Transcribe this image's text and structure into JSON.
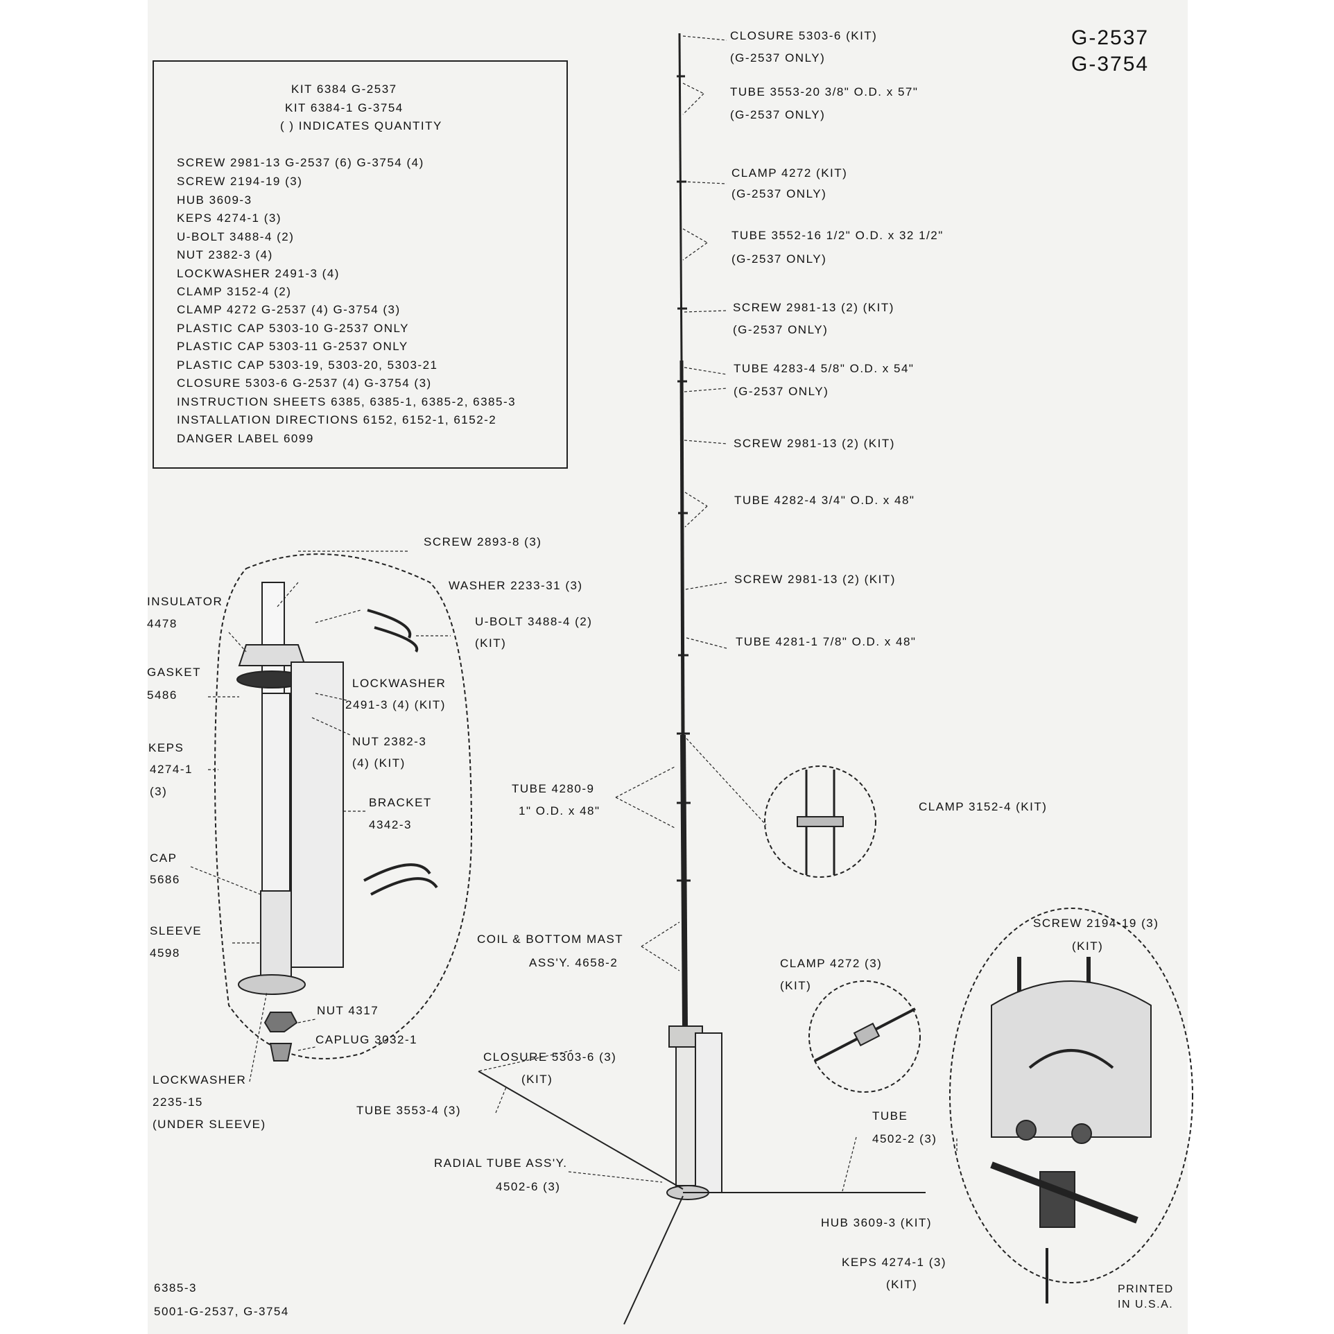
{
  "model_numbers": [
    "G-2537",
    "G-3754"
  ],
  "parts_box": {
    "kit_lines": [
      "KIT 6384     G-2537",
      "KIT 6384-1     G-3754",
      "( ) INDICATES QUANTITY"
    ],
    "items": [
      "SCREW 2981-13     G-2537 (6)     G-3754 (4)",
      "SCREW 2194-19 (3)",
      "HUB 3609-3",
      "KEPS 4274-1 (3)",
      "U-BOLT 3488-4 (2)",
      "NUT 2382-3 (4)",
      "LOCKWASHER 2491-3 (4)",
      "CLAMP 3152-4 (2)",
      "CLAMP 4272     G-2537 (4)     G-3754 (3)",
      "PLASTIC CAP 5303-10     G-2537 ONLY",
      "PLASTIC CAP 5303-11     G-2537 ONLY",
      "PLASTIC CAP 5303-19, 5303-20, 5303-21",
      "CLOSURE 5303-6     G-2537 (4)     G-3754 (3)",
      "INSTRUCTION SHEETS 6385, 6385-1, 6385-2, 6385-3",
      "INSTALLATION DIRECTIONS 6152, 6152-1, 6152-2",
      "DANGER LABEL 6099"
    ]
  },
  "mast_labels": [
    [
      "CLOSURE 5303-6 (KIT)",
      "(G-2537 ONLY)"
    ],
    [
      "TUBE 3553-20     3/8\" O.D. x 57\"",
      "(G-2537 ONLY)"
    ],
    [
      "CLAMP 4272 (KIT)",
      "(G-2537 ONLY)"
    ],
    [
      "TUBE 3552-16     1/2\" O.D. x 32 1/2\"",
      "(G-2537 ONLY)"
    ],
    [
      "SCREW 2981-13 (2) (KIT)",
      "(G-2537 ONLY)"
    ],
    [
      "TUBE 4283-4     5/8\" O.D. x 54\"",
      "(G-2537 ONLY)"
    ],
    [
      "SCREW 2981-13 (2) (KIT)"
    ],
    [
      "TUBE 4282-4     3/4\" O.D. x 48\""
    ],
    [
      "SCREW 2981-13 (2) (KIT)"
    ],
    [
      "TUBE 4281-1     7/8\" O.D. x 48\""
    ]
  ],
  "base_labels": {
    "screw_2893": "SCREW 2893-8 (3)",
    "washer": "WASHER 2233-31 (3)",
    "ubolt": [
      "U-BOLT 3488-4 (2)",
      "(KIT)"
    ],
    "lockwasher_2491": [
      "LOCKWASHER",
      "2491-3 (4) (KIT)"
    ],
    "nut_2382": [
      "NUT 2382-3",
      "(4) (KIT)"
    ],
    "bracket": [
      "BRACKET",
      "4342-3"
    ],
    "nut_4317": "NUT 4317",
    "caplug": "CAPLUG 3032-1",
    "insulator": [
      "INSULATOR",
      "4478"
    ],
    "gasket": [
      "GASKET",
      "5486"
    ],
    "keps_left": [
      "KEPS",
      "4274-1",
      "(3)"
    ],
    "cap": [
      "CAP",
      "5686"
    ],
    "sleeve": [
      "SLEEVE",
      "4598"
    ],
    "lockwasher_2235": [
      "LOCKWASHER",
      "2235-15",
      "(UNDER SLEEVE)"
    ]
  },
  "lower_labels": {
    "tube_4280": [
      "TUBE 4280-9",
      "1\" O.D. x 48\""
    ],
    "clamp_3152": "CLAMP 3152-4 (KIT)",
    "coil": [
      "COIL & BOTTOM MAST",
      "ASS'Y. 4658-2"
    ],
    "closure_3": [
      "CLOSURE 5303-6 (3)",
      "(KIT)"
    ],
    "tube_3553_4": "TUBE 3553-4 (3)",
    "radial": [
      "RADIAL TUBE ASS'Y.",
      "4502-6 (3)"
    ],
    "clamp_4272_3": [
      "CLAMP 4272 (3)",
      "(KIT)"
    ],
    "tube_4502": [
      "TUBE",
      "4502-2 (3)"
    ],
    "screw_2194": [
      "SCREW 2194-19 (3)",
      "(KIT)"
    ],
    "hub": "HUB 3609-3 (KIT)",
    "keps_right": [
      "KEPS 4274-1 (3)",
      "(KIT)"
    ]
  },
  "footer": {
    "sheet_no": "6385-3",
    "models": "5001-G-2537, G-3754",
    "printed": [
      "PRINTED",
      "IN U.S.A."
    ]
  }
}
